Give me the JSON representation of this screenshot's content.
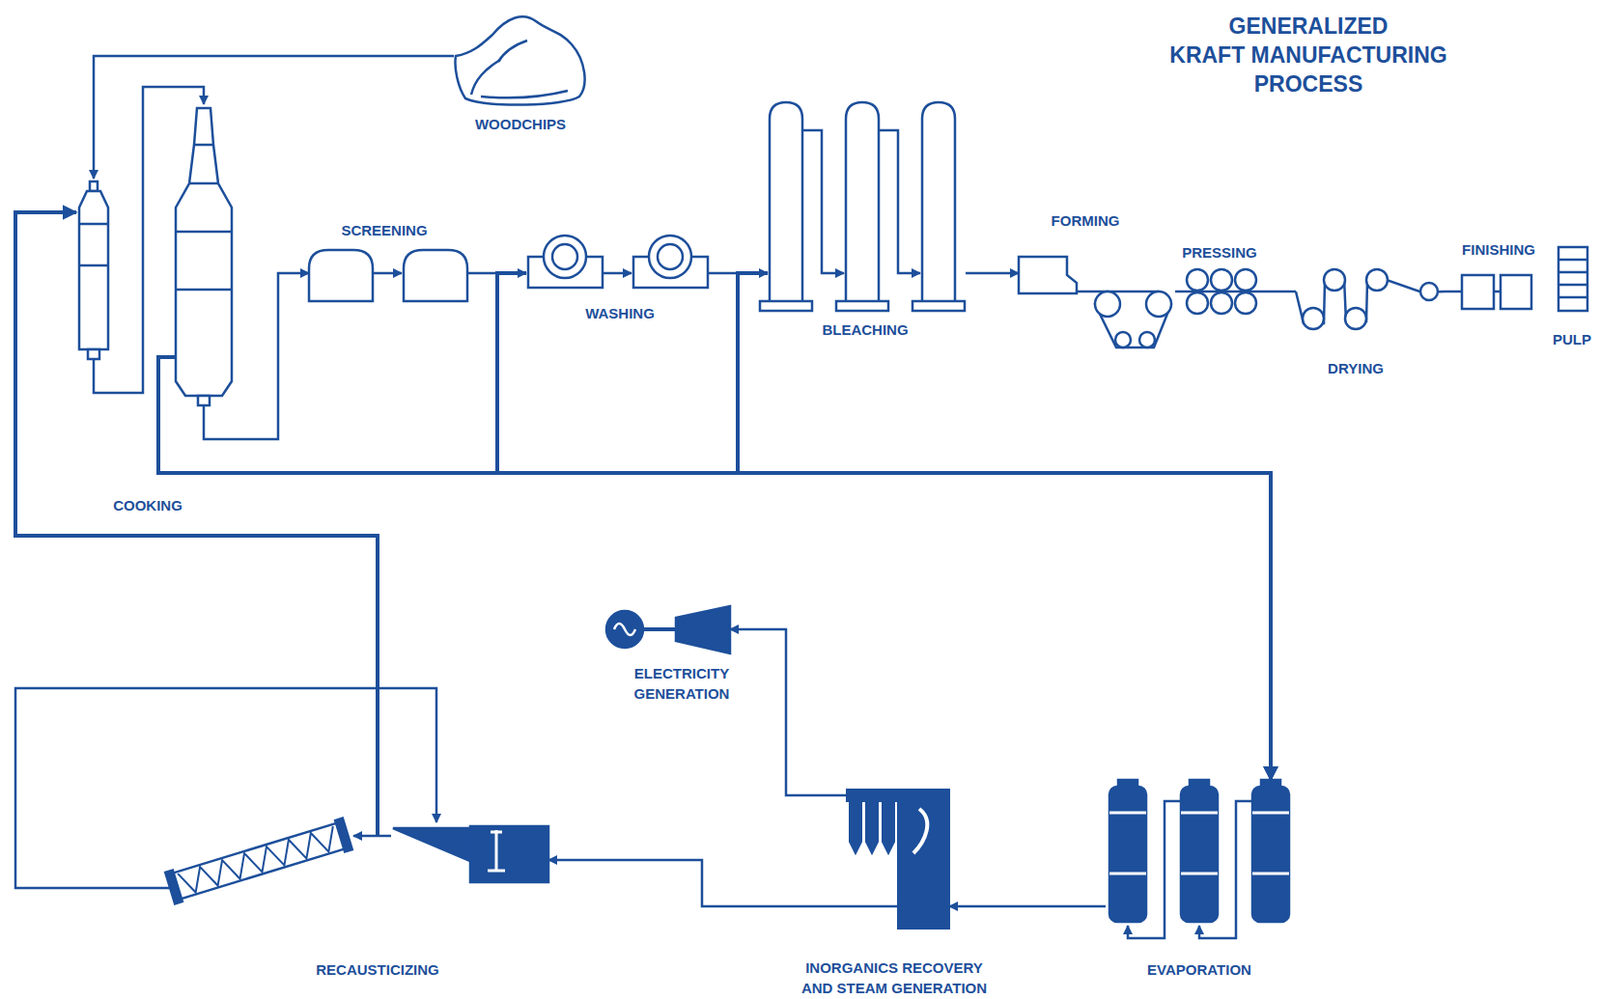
{
  "diagram": {
    "title": "GENERALIZED KRAFT MANUFACTURING PROCESS",
    "nodes": [
      {
        "text": [
          "WOODCHIPS"
        ]
      },
      {
        "text": [
          "COOKING"
        ]
      },
      {
        "text": [
          "SCREENING"
        ]
      },
      {
        "text": [
          "WASHING"
        ]
      },
      {
        "text": [
          "BLEACHING"
        ]
      },
      {
        "text": [
          "FORMING"
        ]
      },
      {
        "text": [
          "PRESSING"
        ]
      },
      {
        "text": [
          "DRYING"
        ]
      },
      {
        "text": [
          "FINISHING"
        ]
      },
      {
        "text": [
          "PULP"
        ]
      },
      {
        "text": [
          "ELECTRICITY GENERATION"
        ]
      },
      {
        "text": [
          "RECAUSTICIZING"
        ]
      },
      {
        "text": [
          "INORGANICS RECOVERY AND STEAM GENERATION"
        ]
      },
      {
        "text": [
          "EVAPORATION"
        ]
      }
    ],
    "edges": [
      {
        "from": 0,
        "to": 1,
        "arrow": "to"
      },
      {
        "from": 1,
        "to": 2,
        "arrow": "to"
      },
      {
        "from": 2,
        "to": 3,
        "arrow": "to"
      },
      {
        "from": 3,
        "to": 4,
        "arrow": "to"
      },
      {
        "from": 4,
        "to": 5,
        "arrow": "to"
      },
      {
        "from": 5,
        "to": 6,
        "arrow": "none"
      },
      {
        "from": 6,
        "to": 7,
        "arrow": "none"
      },
      {
        "from": 7,
        "to": 8,
        "arrow": "none"
      },
      {
        "from": 1,
        "to": 13,
        "arrow": "to"
      },
      {
        "from": 3,
        "to": 13,
        "arrow": "to"
      },
      {
        "from": 4,
        "to": 13,
        "arrow": "to"
      },
      {
        "from": 13,
        "to": 12,
        "arrow": "to"
      },
      {
        "from": 12,
        "to": 10,
        "arrow": "to"
      },
      {
        "from": 12,
        "to": 11,
        "arrow": "to"
      },
      {
        "from": 11,
        "to": 1,
        "arrow": "to"
      }
    ]
  }
}
